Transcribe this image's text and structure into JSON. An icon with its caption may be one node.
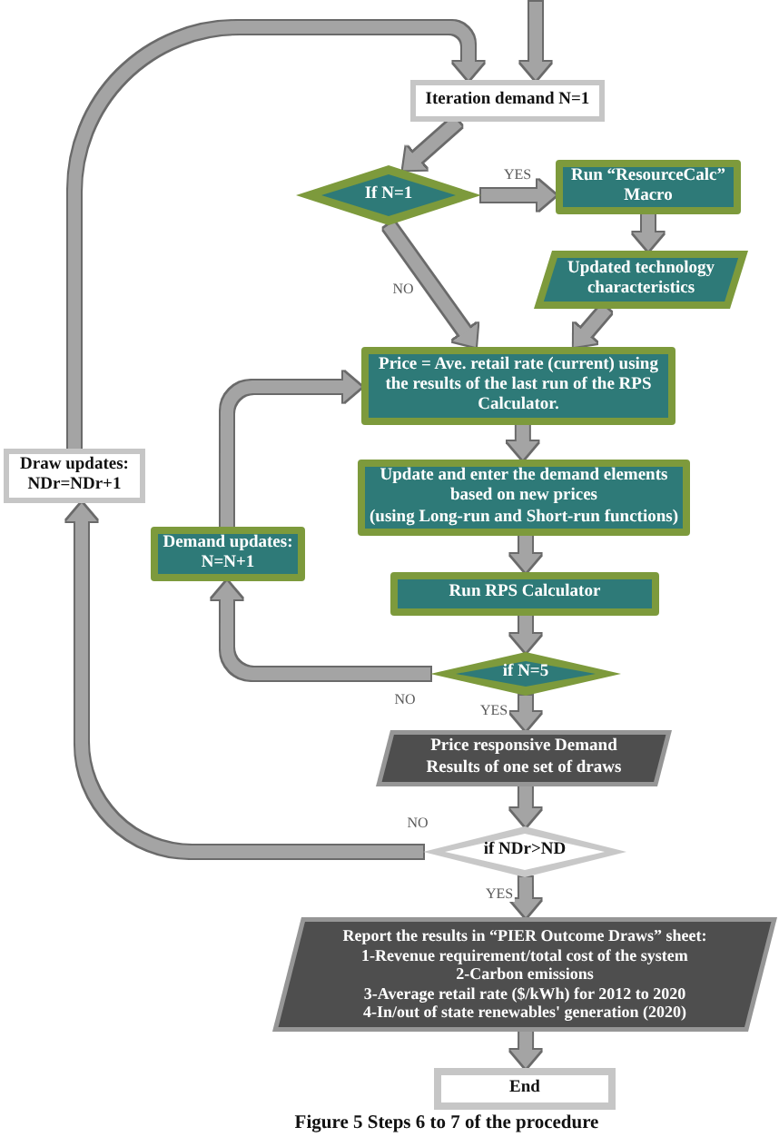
{
  "diagram": {
    "caption": "Figure 5 Steps 6 to 7 of the procedure",
    "nodes": [
      {
        "text": [
          "Iteration demand N=1"
        ]
      },
      {
        "text": [
          "If N=1"
        ]
      },
      {
        "text": [
          "Run “ResourceCalc” Macro"
        ]
      },
      {
        "text": [
          "Updated technology characteristics"
        ]
      },
      {
        "text": [
          "Price = Ave. retail rate (current) using the results of the last run of the RPS Calculator."
        ]
      },
      {
        "text": [
          "Update and enter the demand elements based on new prices",
          "(using Long-run and Short-run functions)"
        ]
      },
      {
        "text": [
          "Run RPS Calculator"
        ]
      },
      {
        "text": [
          "if N=5"
        ]
      },
      {
        "text": [
          "Price responsive Demand Results of one set of draws"
        ]
      },
      {
        "text": [
          "if NDr>ND"
        ]
      },
      {
        "text": [
          "Report the results in “PIER Outcome Draws” sheet:",
          "1-Revenue requirement/total cost of the system",
          "2-Carbon emissions",
          "3-Average retail rate ($/kWh) for 2012 to 2020",
          "4-In/out of state renewables' generation (2020)"
        ]
      },
      {
        "text": [
          "End"
        ]
      },
      {
        "text": [
          "Demand updates: N=N+1"
        ]
      },
      {
        "text": [
          "Draw updates: NDr=NDr+1"
        ]
      }
    ],
    "edges": [
      {
        "from": null,
        "to": 0,
        "arrow": "to"
      },
      {
        "from": 0,
        "to": 1,
        "arrow": "to"
      },
      {
        "from": 1,
        "to": 2,
        "arrow": "to",
        "label": "YES"
      },
      {
        "from": 1,
        "to": 4,
        "arrow": "to",
        "label": "NO"
      },
      {
        "from": 2,
        "to": 3,
        "arrow": "to"
      },
      {
        "from": 3,
        "to": 4,
        "arrow": "to"
      },
      {
        "from": 4,
        "to": 5,
        "arrow": "to"
      },
      {
        "from": 5,
        "to": 6,
        "arrow": "to"
      },
      {
        "from": 6,
        "to": 7,
        "arrow": "to"
      },
      {
        "from": 7,
        "to": 12,
        "arrow": "to",
        "label": "NO"
      },
      {
        "from": 12,
        "to": 4,
        "arrow": "to"
      },
      {
        "from": 7,
        "to": 8,
        "arrow": "to",
        "label": "YES"
      },
      {
        "from": 8,
        "to": 9,
        "arrow": "to"
      },
      {
        "from": 9,
        "to": 13,
        "arrow": "to",
        "label": "NO"
      },
      {
        "from": 13,
        "to": 0,
        "arrow": "to"
      },
      {
        "from": 9,
        "to": 10,
        "arrow": "to",
        "label": "YES"
      },
      {
        "from": 10,
        "to": 11,
        "arrow": "to"
      }
    ]
  }
}
